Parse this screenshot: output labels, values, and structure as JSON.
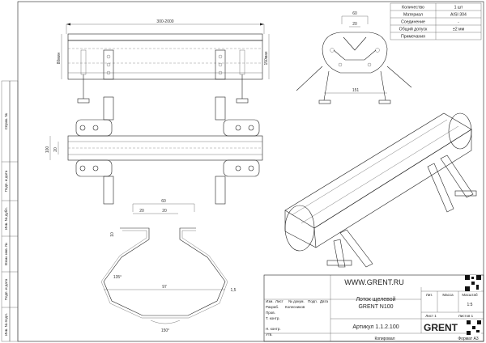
{
  "spec_table": {
    "rows": [
      {
        "label": "Количество",
        "value": "1 шт"
      },
      {
        "label": "Материал",
        "value": "AISI 304"
      },
      {
        "label": "Соединение",
        "value": "-"
      },
      {
        "label": "Общий допуск",
        "value": "±2 мм"
      },
      {
        "label": "Примечания",
        "value": ""
      }
    ]
  },
  "side_labels": [
    "Справ. №",
    "Подп. и дата",
    "Инв. № дубл.",
    "Взам. инв. №",
    "Подп. и дата",
    "Инв. № подл."
  ],
  "dimensions": {
    "length": "300-2000",
    "height_80": "80мин",
    "height_150": "150мах",
    "end_width_60": "60",
    "end_width_20": "20",
    "end_base_151": "151",
    "plan_100": "100",
    "plan_20": "20",
    "section_60": "60",
    "section_20a": "20",
    "section_20b": "20",
    "section_10": "10",
    "section_97": "97",
    "section_thickness": "1,5",
    "section_angle_135": "135°",
    "section_angle_150": "150°"
  },
  "title_block": {
    "website": "WWW.GRENT.RU",
    "product_name_line1": "Лоток щелевой",
    "product_name_line2": "GRENT N100",
    "article": "Артикул 1.1.2.100",
    "col_izm": "Изм.",
    "col_list": "Лист",
    "col_doc": "№ докум.",
    "col_sign": "Подп.",
    "col_date": "Дата",
    "row_razrab": "Разраб.",
    "razrab_name": "Колесников",
    "row_prov": "Пров.",
    "row_tkontr": "Т. контр.",
    "row_nkontr": "Н. контр.",
    "row_utv": "Утв.",
    "lit": "Лит.",
    "mass": "Масса",
    "scale_label": "Масштаб",
    "scale_value": "1:5",
    "sheet": "Лист 1",
    "sheets": "Листов 1",
    "brand": "GRENT",
    "copied": "Копировал",
    "format": "Формат А3"
  }
}
